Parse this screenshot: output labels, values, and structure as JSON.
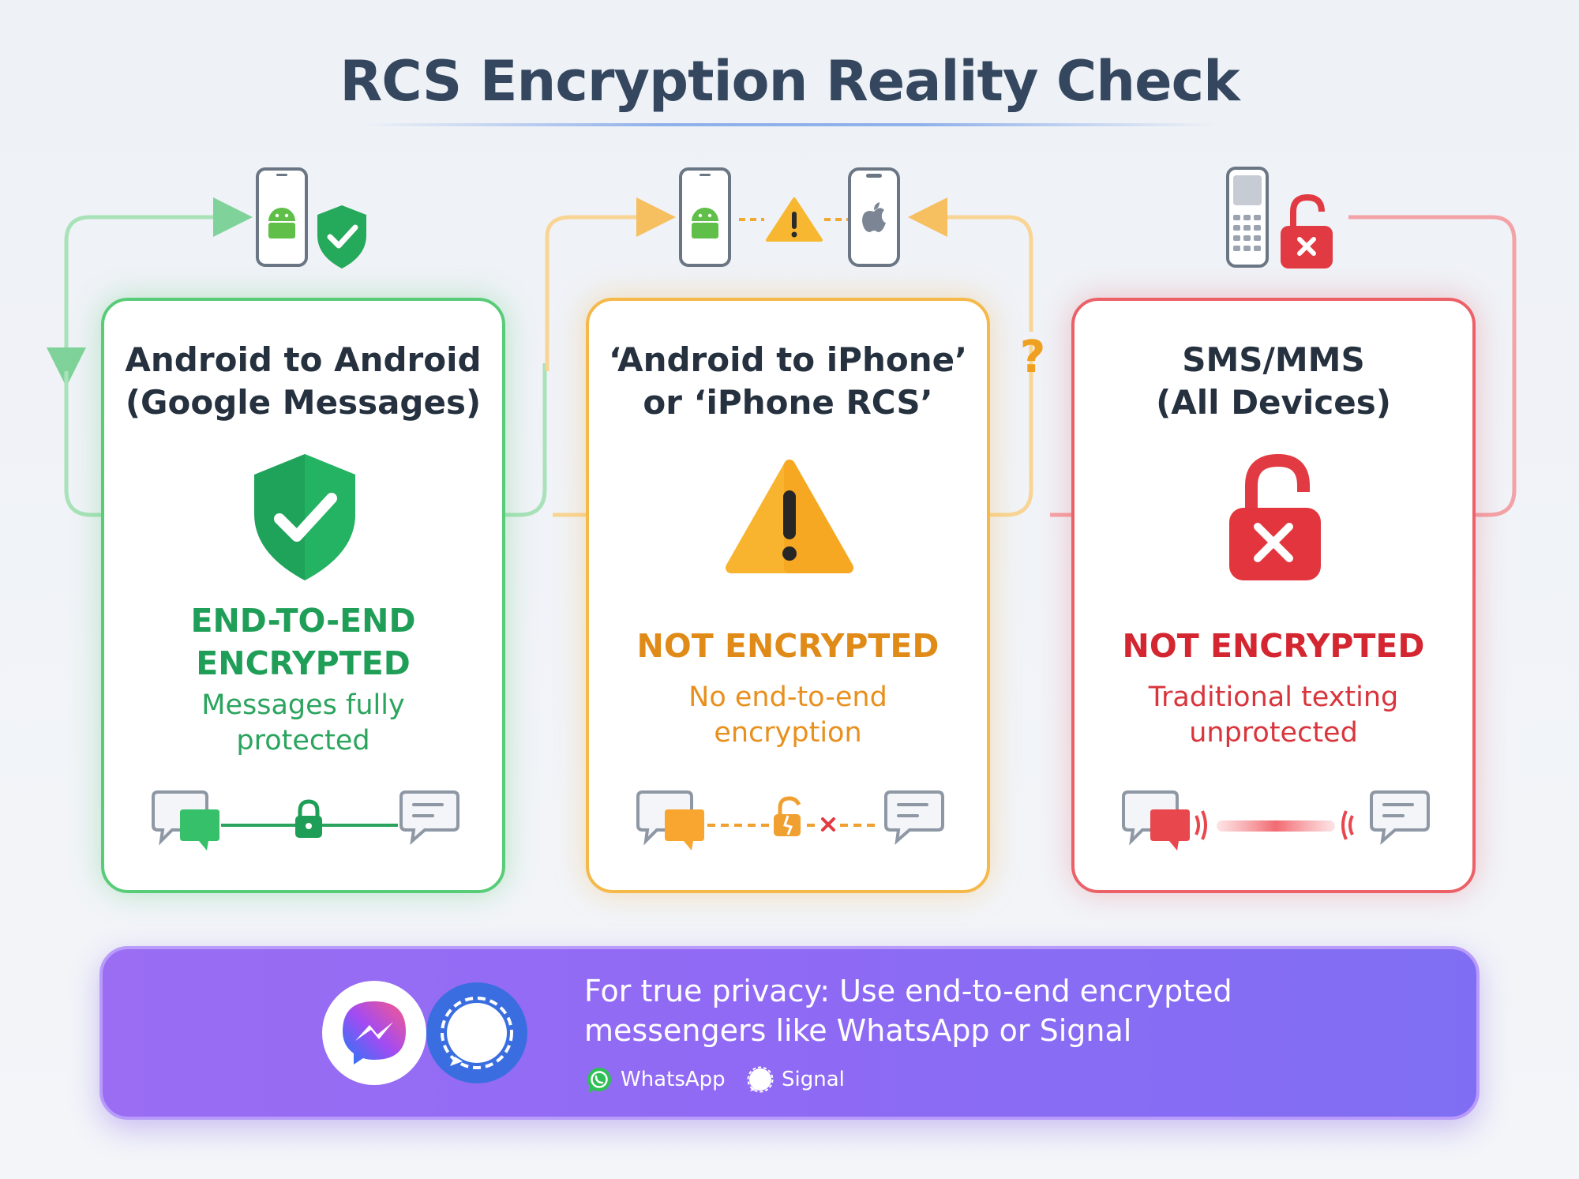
{
  "title": "RCS Encryption Reality Check",
  "colors": {
    "green": "#1f9e57",
    "orange": "#e88a14",
    "red": "#d8262f",
    "purple": "#8f6af4",
    "title": "#34475f"
  },
  "cards": [
    {
      "title_lines": [
        "Android to Android",
        "(Google Messages)"
      ],
      "status_lines": [
        "END-TO-END",
        "ENCRYPTED"
      ],
      "desc_lines": [
        "Messages fully",
        "protected"
      ],
      "center_icon": "shield-check-icon",
      "top_icons": [
        "android-phone-icon",
        "shield-check-icon"
      ]
    },
    {
      "title_lines": [
        "‘Android to iPhone’",
        "or ‘iPhone RCS’"
      ],
      "status_lines": [
        "NOT ENCRYPTED"
      ],
      "desc_lines": [
        "No end-to-end",
        "encryption"
      ],
      "center_icon": "warning-icon",
      "top_icons": [
        "android-phone-icon",
        "warning-icon",
        "iphone-icon"
      ],
      "side_mark": "?"
    },
    {
      "title_lines": [
        "SMS/MMS",
        "(All Devices)"
      ],
      "status_lines": [
        "NOT ENCRYPTED"
      ],
      "desc_lines": [
        "Traditional texting",
        "unprotected"
      ],
      "center_icon": "unlocked-padlock-icon",
      "top_icons": [
        "feature-phone-icon",
        "unlocked-padlock-icon"
      ]
    }
  ],
  "banner": {
    "message_lines": [
      "For true privacy: Use end-to-end encrypted",
      "messengers like WhatsApp or Signal"
    ],
    "apps": [
      {
        "label": "WhatsApp",
        "icon": "whatsapp-icon"
      },
      {
        "label": "Signal",
        "icon": "signal-icon"
      }
    ],
    "big_icons": [
      "messenger-icon",
      "signal-icon"
    ]
  }
}
